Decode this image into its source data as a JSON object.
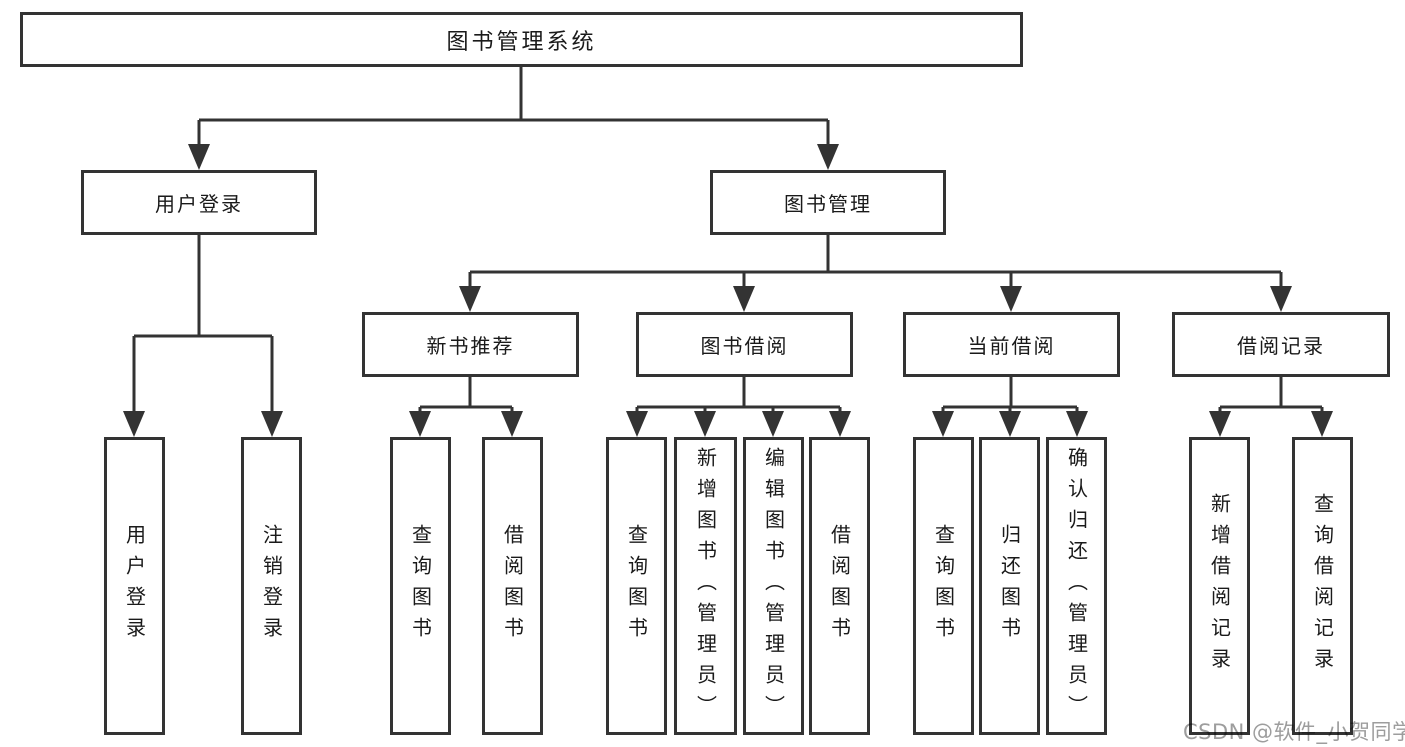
{
  "title": "图书管理系统",
  "level2": [
    {
      "label": "用户登录"
    },
    {
      "label": "图书管理"
    }
  ],
  "level3": [
    {
      "label": "新书推荐"
    },
    {
      "label": "图书借阅"
    },
    {
      "label": "当前借阅"
    },
    {
      "label": "借阅记录"
    }
  ],
  "leaves": [
    {
      "label": "用户登录"
    },
    {
      "label": "注销登录"
    },
    {
      "label": "查询图书"
    },
    {
      "label": "借阅图书"
    },
    {
      "label": "查询图书"
    },
    {
      "label": "新增图书（管理员）"
    },
    {
      "label": "编辑图书（管理员）"
    },
    {
      "label": "借阅图书"
    },
    {
      "label": "查询图书"
    },
    {
      "label": "归还图书"
    },
    {
      "label": "确认归还（管理员）"
    },
    {
      "label": "新增借阅记录"
    },
    {
      "label": "查询借阅记录"
    }
  ],
  "watermark": "CSDN @软件_小贺同学",
  "colors": {
    "line": "#333333",
    "text": "#1a1a1a",
    "watermark": "#9d9d9d",
    "background": "#ffffff"
  }
}
